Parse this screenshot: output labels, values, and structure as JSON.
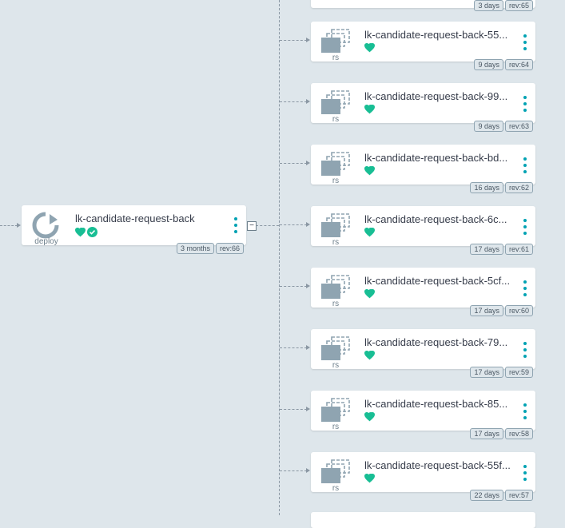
{
  "colors": {
    "canvas": "#dee6eb",
    "healthy": "#18be94",
    "synced": "#18be94",
    "menu": "#0dadea",
    "icon_gray": "#8fa4b1"
  },
  "top_partial": {
    "age": "3 days",
    "rev": "rev:65"
  },
  "deploy": {
    "kind": "deploy",
    "name": "lk-candidate-request-back",
    "age": "3 months",
    "rev": "rev:66",
    "health_icon": "heart-icon",
    "sync_icon": "check-circle-icon",
    "collapse_label": "−"
  },
  "replicasets": [
    {
      "kind": "rs",
      "name": "lk-candidate-request-back-55...",
      "age": "9 days",
      "rev": "rev:64",
      "health_icon": "heart-icon"
    },
    {
      "kind": "rs",
      "name": "lk-candidate-request-back-99...",
      "age": "9 days",
      "rev": "rev:63",
      "health_icon": "heart-icon"
    },
    {
      "kind": "rs",
      "name": "lk-candidate-request-back-bd...",
      "age": "16 days",
      "rev": "rev:62",
      "health_icon": "heart-icon"
    },
    {
      "kind": "rs",
      "name": "lk-candidate-request-back-6c...",
      "age": "17 days",
      "rev": "rev:61",
      "health_icon": "heart-icon"
    },
    {
      "kind": "rs",
      "name": "lk-candidate-request-back-5cf...",
      "age": "17 days",
      "rev": "rev:60",
      "health_icon": "heart-icon"
    },
    {
      "kind": "rs",
      "name": "lk-candidate-request-back-79...",
      "age": "17 days",
      "rev": "rev:59",
      "health_icon": "heart-icon"
    },
    {
      "kind": "rs",
      "name": "lk-candidate-request-back-85...",
      "age": "17 days",
      "rev": "rev:58",
      "health_icon": "heart-icon"
    },
    {
      "kind": "rs",
      "name": "lk-candidate-request-back-55f...",
      "age": "22 days",
      "rev": "rev:57",
      "health_icon": "heart-icon"
    }
  ]
}
